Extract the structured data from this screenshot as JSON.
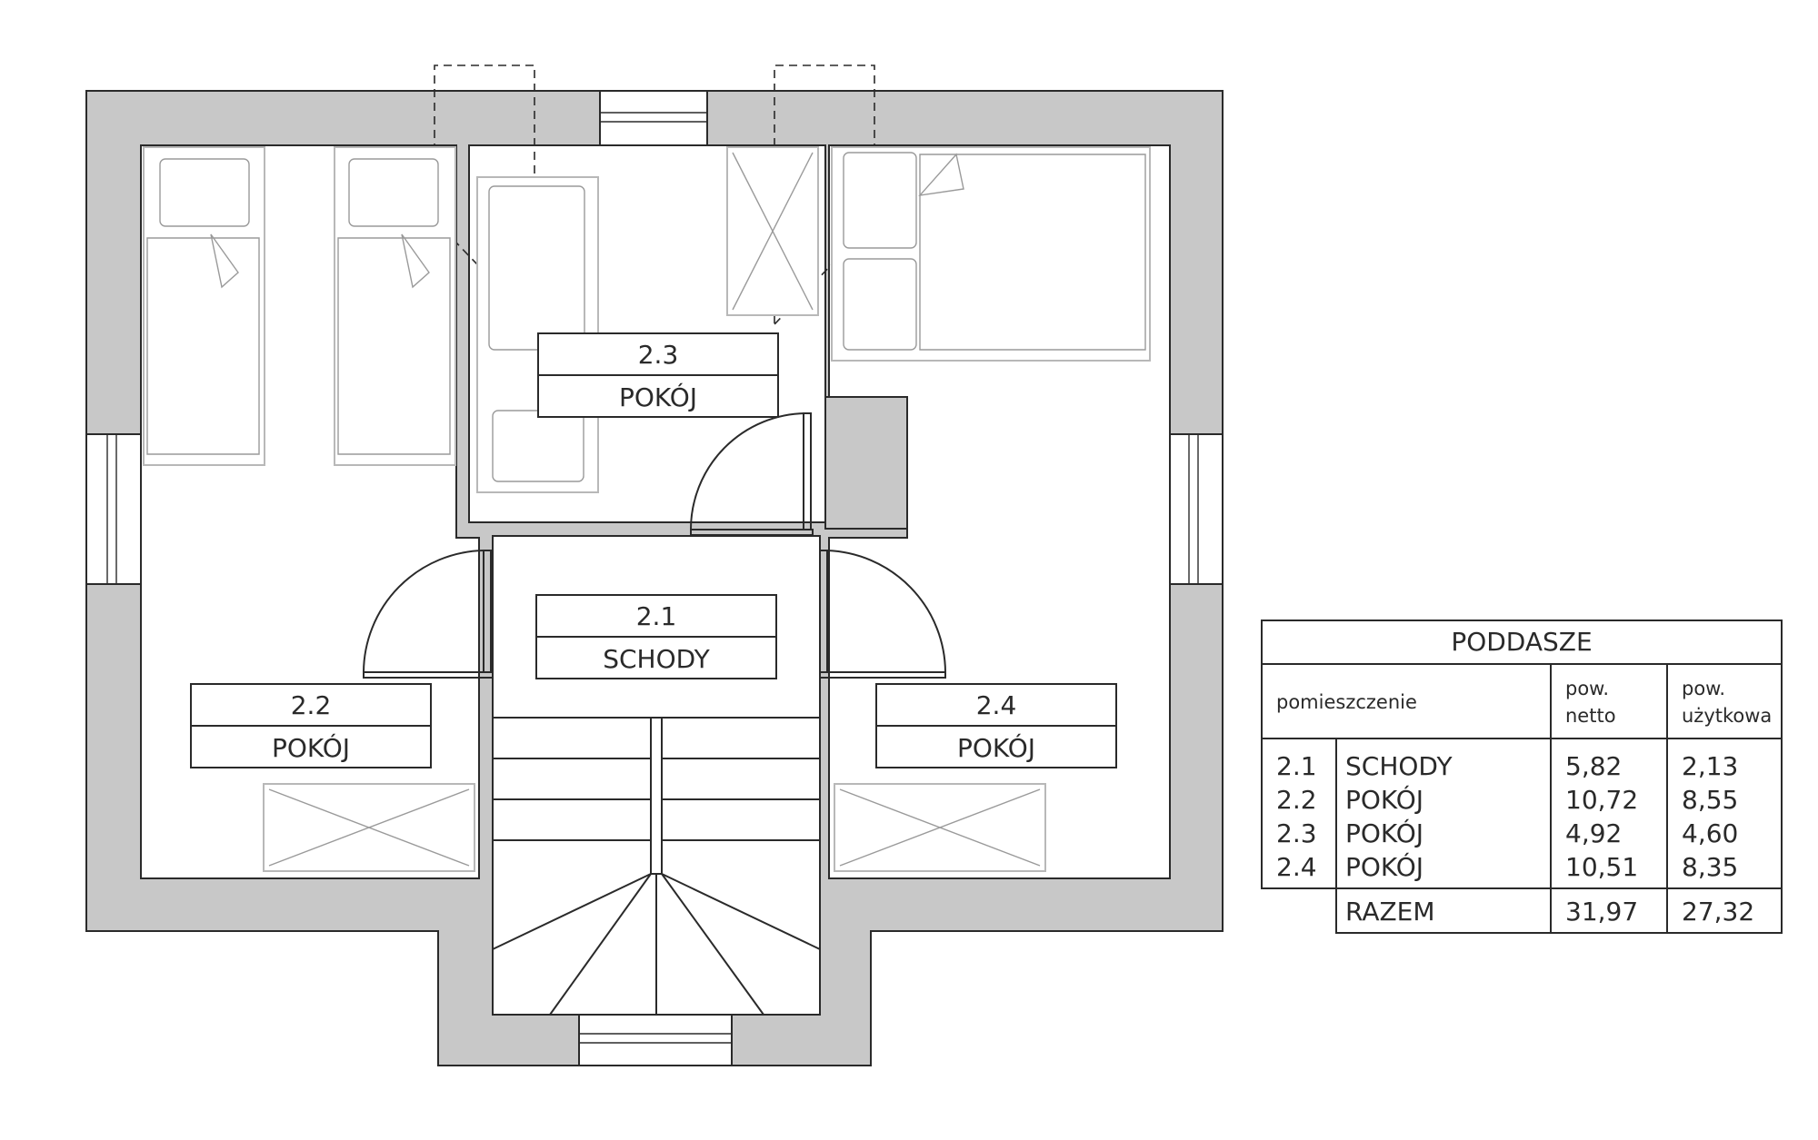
{
  "rooms": [
    {
      "number": "2.1",
      "name": "SCHODY"
    },
    {
      "number": "2.2",
      "name": "POKÓJ"
    },
    {
      "number": "2.3",
      "name": "POKÓJ"
    },
    {
      "number": "2.4",
      "name": "POKÓJ"
    }
  ],
  "table": {
    "title": "PODDASZE",
    "col_room": "pomieszczenie",
    "col_net_1": "pow.",
    "col_net_2": "netto",
    "col_usable_1": "pow.",
    "col_usable_2": "użytkowa",
    "rows": [
      {
        "number": "2.1",
        "name": "SCHODY",
        "net": "5,82",
        "usable": "2,13"
      },
      {
        "number": "2.2",
        "name": "POKÓJ",
        "net": "10,72",
        "usable": "8,55"
      },
      {
        "number": "2.3",
        "name": "POKÓJ",
        "net": "4,92",
        "usable": "4,60"
      },
      {
        "number": "2.4",
        "name": "POKÓJ",
        "net": "10,51",
        "usable": "8,35"
      }
    ],
    "total_label": "RAZEM",
    "total_net": "31,97",
    "total_usable": "27,32"
  },
  "colors": {
    "wall": "#c8c8c8",
    "line": "#2a2a2a",
    "furniture": "#b8b8b8"
  }
}
